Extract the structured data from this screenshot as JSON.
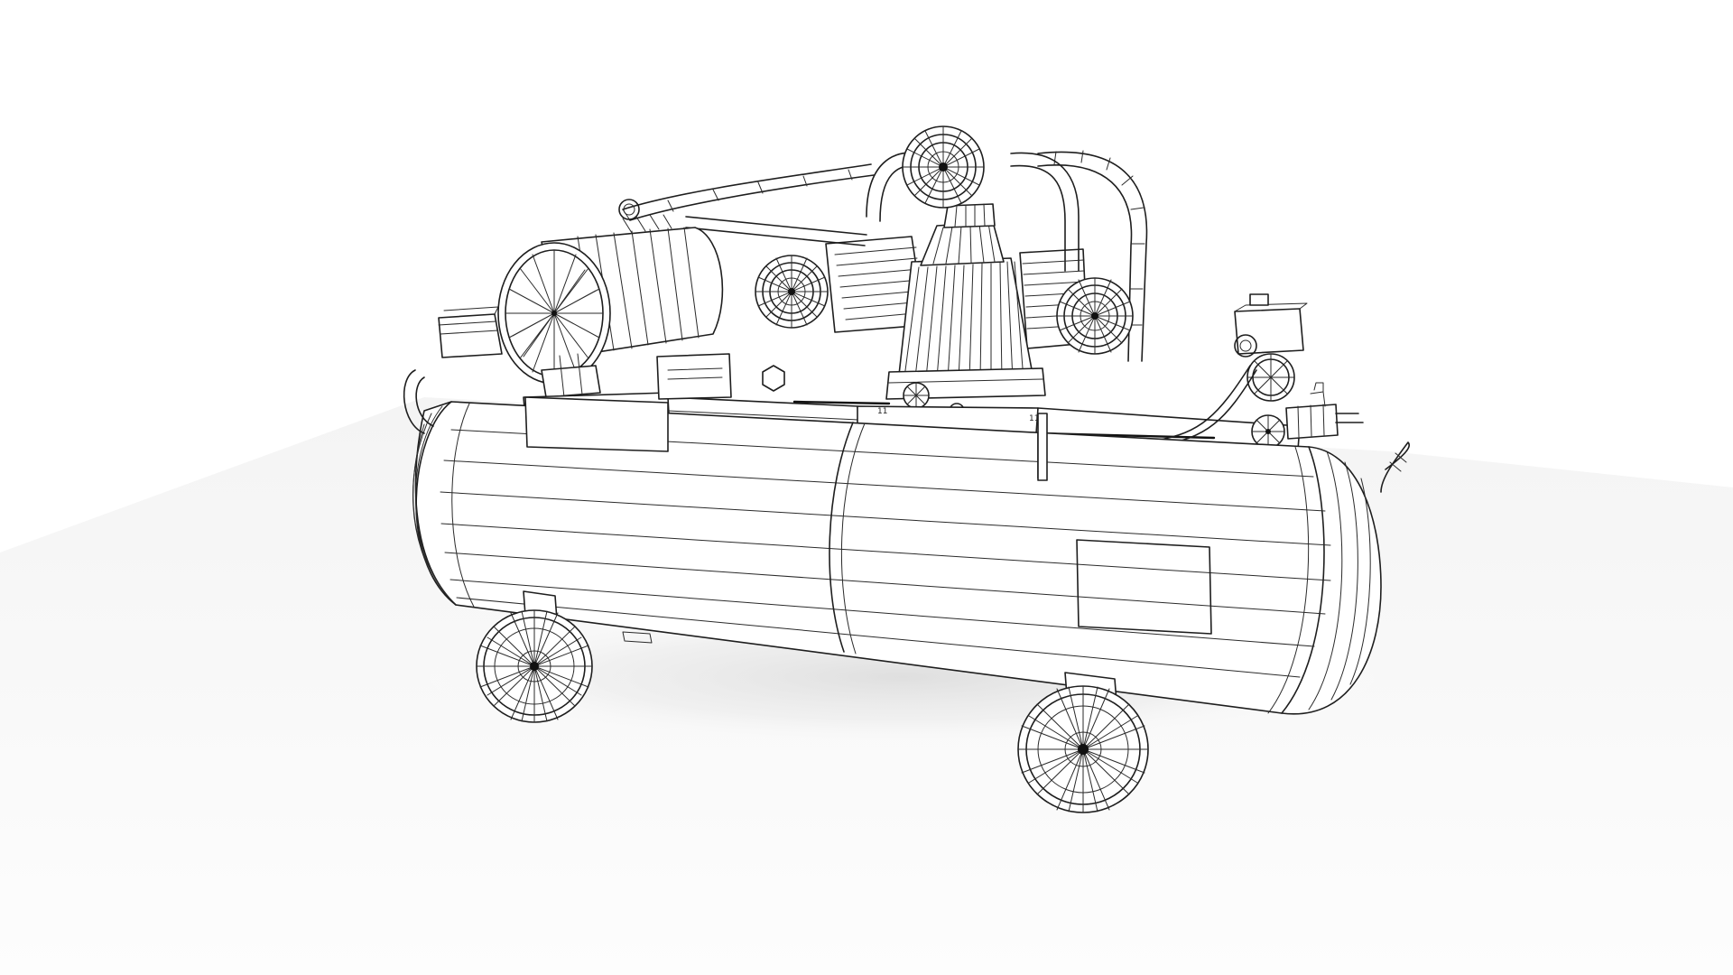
{
  "scene": {
    "subject": "air-compressor-wireframe",
    "colors": {
      "background": "#ffffff",
      "floor_light": "#fafafa",
      "floor_shadow": "#e4e4e4",
      "wire_line": "#1e1e1e"
    },
    "labels": {
      "bracket_left": "11",
      "bracket_right": "11"
    }
  }
}
